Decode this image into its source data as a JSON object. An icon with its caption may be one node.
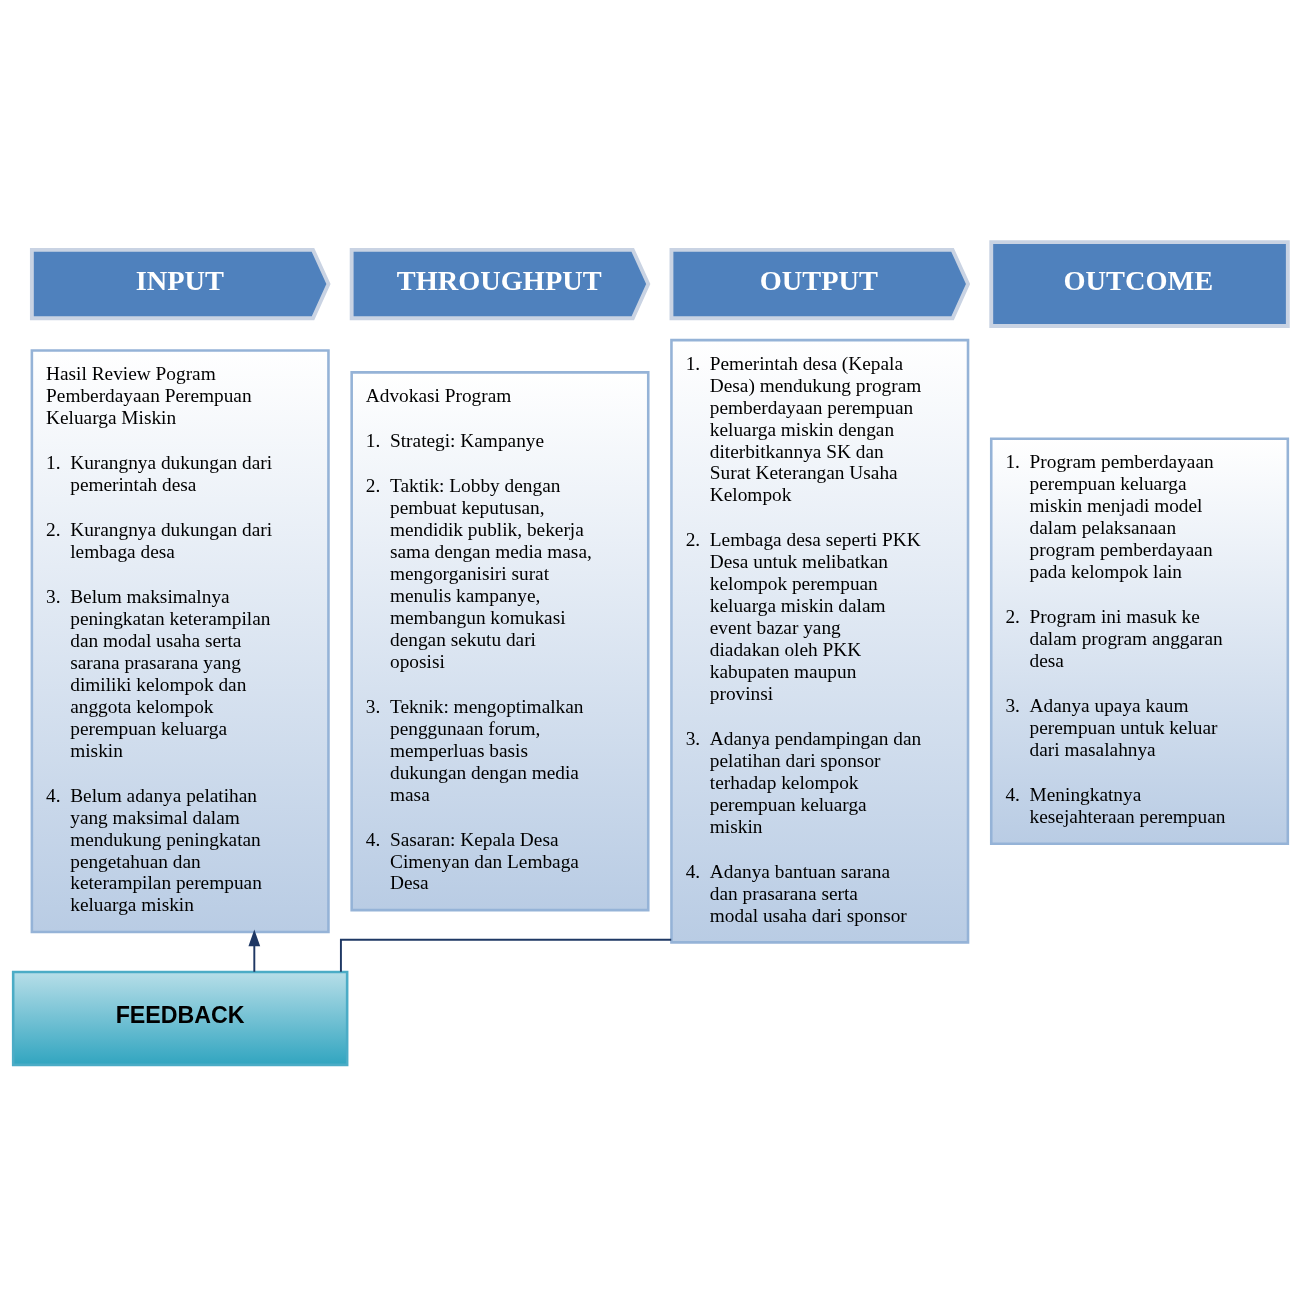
{
  "diagram": {
    "nodes": [
      {
        "text": [
          "INPUT"
        ]
      },
      {
        "text": [
          "Hasil Review Pogram Pemberdayaan Perempuan Keluarga Miskin",
          "1. Kurangnya dukungan dari pemerintah desa",
          "2. Kurangnya dukungan dari lembaga desa",
          "3. Belum maksimalnya peningkatan keterampilan dan modal usaha serta sarana prasarana yang dimiliki kelompok dan anggota kelompok perempuan keluarga miskin",
          "4. Belum adanya pelatihan yang maksimal dalam mendukung peningkatan pengetahuan dan keterampilan perempuan keluarga miskin"
        ]
      },
      {
        "text": [
          "THROUGHPUT"
        ]
      },
      {
        "text": [
          "Advokasi Program",
          "1. Strategi: Kampanye",
          "2. Taktik: Lobby dengan pembuat keputusan, mendidik publik, bekerja sama dengan media masa, mengorganisiri surat menulis kampanye, membangun komukasi dengan sekutu dari oposisi",
          "3. Teknik: mengoptimalkan penggunaan forum, memperluas basis dukungan dengan media masa",
          "4. Sasaran: Kepala Desa Cimenyan dan Lembaga Desa"
        ]
      },
      {
        "text": [
          "OUTPUT"
        ]
      },
      {
        "text": [
          "1. Pemerintah desa (Kepala Desa) mendukung program pemberdayaan perempuan keluarga miskin dengan diterbitkannya SK dan Surat Keterangan Usaha Kelompok",
          "2. Lembaga desa seperti PKK Desa untuk melibatkan kelompok perempuan keluarga miskin dalam event bazar yang diadakan oleh PKK kabupaten maupun provinsi",
          "3. Adanya pendampingan dan pelatihan dari sponsor terhadap kelompok perempuan keluarga miskin",
          "4. Adanya bantuan sarana dan prasarana serta modal usaha dari sponsor"
        ]
      },
      {
        "text": [
          "OUTCOME"
        ]
      },
      {
        "text": [
          "1. Program pemberdayaan perempuan keluarga miskin menjadi model dalam pelaksanaan program pemberdayaan pada kelompok lain",
          "2. Program ini masuk ke dalam program anggaran desa",
          "3. Adanya upaya kaum perempuan untuk keluar dari masalahnya",
          "4. Meningkatnya kesejahteraan perempuan"
        ]
      },
      {
        "text": [
          "FEEDBACK"
        ]
      }
    ],
    "edges": [
      {
        "from": 5,
        "to": 8,
        "arrow": "none"
      },
      {
        "from": 8,
        "to": 1,
        "arrow": "to"
      }
    ]
  }
}
